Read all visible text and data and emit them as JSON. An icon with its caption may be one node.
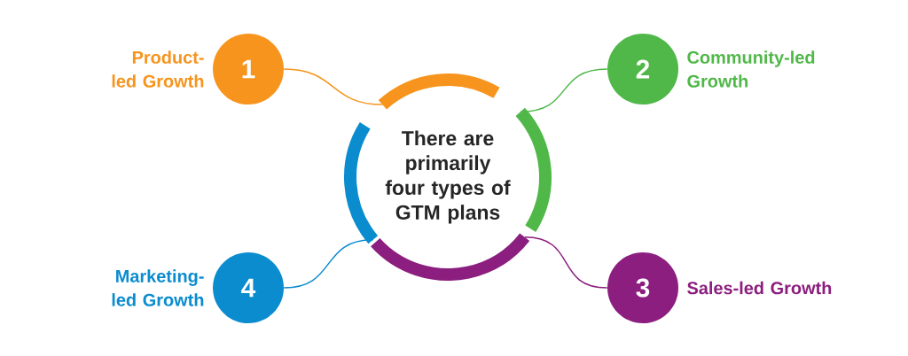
{
  "diagram": {
    "nodes": [
      {
        "text": [
          "There are primarily four types of GTM plans"
        ]
      },
      {
        "text": [
          "1"
        ],
        "beside": [
          "Product-led Growth"
        ]
      },
      {
        "text": [
          "2"
        ],
        "beside": [
          "Community-led Growth"
        ]
      },
      {
        "text": [
          "4"
        ],
        "beside": [
          "Marketing-led Growth"
        ]
      },
      {
        "text": [
          "3"
        ],
        "beside": [
          "Sales-led Growth"
        ]
      }
    ],
    "edges": [
      {
        "from": 1,
        "to": 0,
        "arrow": "none",
        "color": "#f7941d"
      },
      {
        "from": 2,
        "to": 0,
        "arrow": "none",
        "color": "#50b848"
      },
      {
        "from": 3,
        "to": 0,
        "arrow": "none",
        "color": "#0a8ccf"
      },
      {
        "from": 4,
        "to": 0,
        "arrow": "none",
        "color": "#8b1e7e"
      }
    ]
  }
}
